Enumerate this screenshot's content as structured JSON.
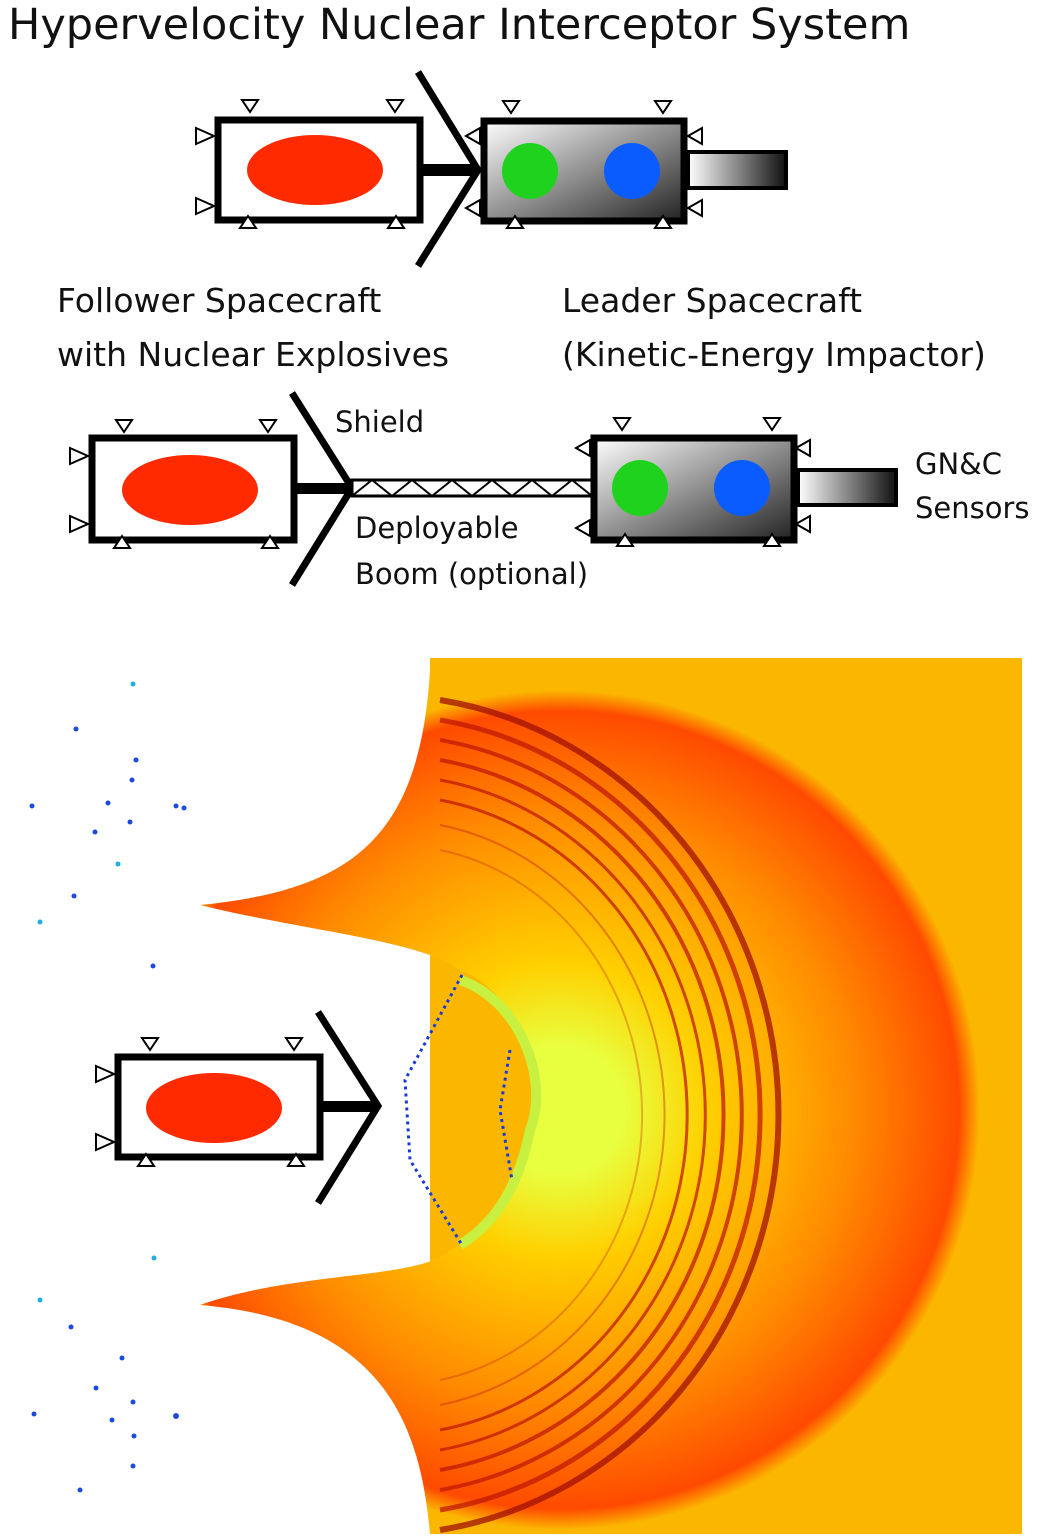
{
  "title": "Hypervelocity Nuclear Interceptor System",
  "labels": {
    "follower_line1": "Follower Spacecraft",
    "follower_line2": "with Nuclear Explosives",
    "leader_line1": "Leader Spacecraft",
    "leader_line2": "(Kinetic-Energy Impactor)",
    "shield": "Shield",
    "boom_line1": "Deployable",
    "boom_line2": "Boom (optional)",
    "sensors_line1": "GN&C",
    "sensors_line2": "Sensors"
  },
  "colors": {
    "explosive": "#ff2a00",
    "green_module": "#1ed21e",
    "blue_module": "#0a5cff",
    "background_field": "#fbb700",
    "shock_ring": "#c01a00"
  }
}
